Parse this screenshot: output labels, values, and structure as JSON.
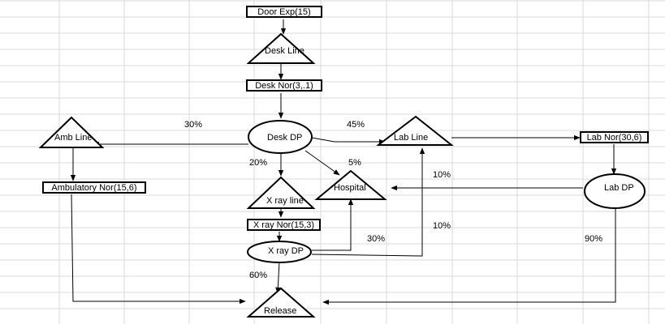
{
  "nodes": {
    "door_exp": "Door Exp(15)",
    "desk_line": "Desk Line",
    "desk_nor": "Desk Nor(3,.1)",
    "desk_dp": "Desk DP",
    "amb_line": "Amb Line",
    "ambulatory_nor": "Ambulatory Nor(15,6)",
    "lab_line": "Lab Line",
    "lab_nor": "Lab Nor(30,6)",
    "lab_dp": "Lab DP",
    "hospital": "Hospital",
    "xray_line": "X ray line",
    "xray_nor": "X ray Nor(15,3)",
    "xray_dp": "X ray DP",
    "release": "Release"
  },
  "edge_labels": {
    "desk_to_amb": "30%",
    "desk_to_lab": "45%",
    "desk_to_xray": "20%",
    "desk_to_hospital": "5%",
    "lab_to_hospital": "10%",
    "lab_to_release": "90%",
    "xray_to_hospital": "30%",
    "xray_to_lab": "10%",
    "xray_to_release": "60%"
  }
}
